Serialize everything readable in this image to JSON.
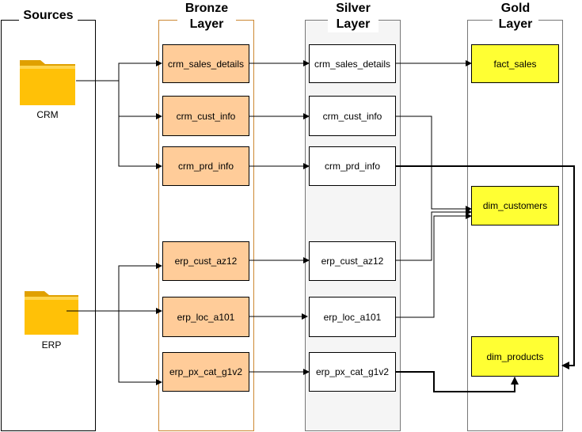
{
  "layers": {
    "sources": "Sources",
    "bronze_line1": "Bronze",
    "bronze_line2": "Layer",
    "silver_line1": "Silver",
    "silver_line2": "Layer",
    "gold_line1": "Gold",
    "gold_line2": "Layer"
  },
  "sources": {
    "crm": "CRM",
    "erp": "ERP"
  },
  "bronze": [
    "crm_sales_details",
    "crm_cust_info",
    "crm_prd_info",
    "erp_cust_az12",
    "erp_loc_a101",
    "erp_px_cat_g1v2"
  ],
  "silver": [
    "crm_sales_details",
    "crm_cust_info",
    "crm_prd_info",
    "erp_cust_az12",
    "erp_loc_a101",
    "erp_px_cat_g1v2"
  ],
  "gold": [
    "fact_sales",
    "dim_customers",
    "dim_products"
  ],
  "colors": {
    "bronze_fill": "#ffcc99",
    "bronze_border": "#cc8833",
    "silver_fill": "#f5f5f5",
    "gold_fill": "#ffff33",
    "folder": "#ffc107"
  }
}
